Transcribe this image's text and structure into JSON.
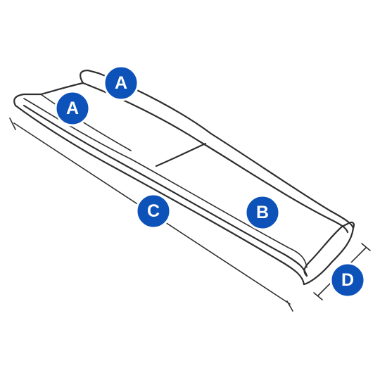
{
  "callouts": [
    {
      "id": "top-rail",
      "letter": "A"
    },
    {
      "id": "side-rail",
      "letter": "A"
    },
    {
      "id": "walking-surface",
      "letter": "B"
    },
    {
      "id": "length",
      "letter": "C"
    },
    {
      "id": "width",
      "letter": "D"
    }
  ],
  "colors": {
    "callout_fill": "#0d52b8",
    "callout_text": "#ffffff",
    "line": "#2f2f2f",
    "background": "#ffffff"
  }
}
